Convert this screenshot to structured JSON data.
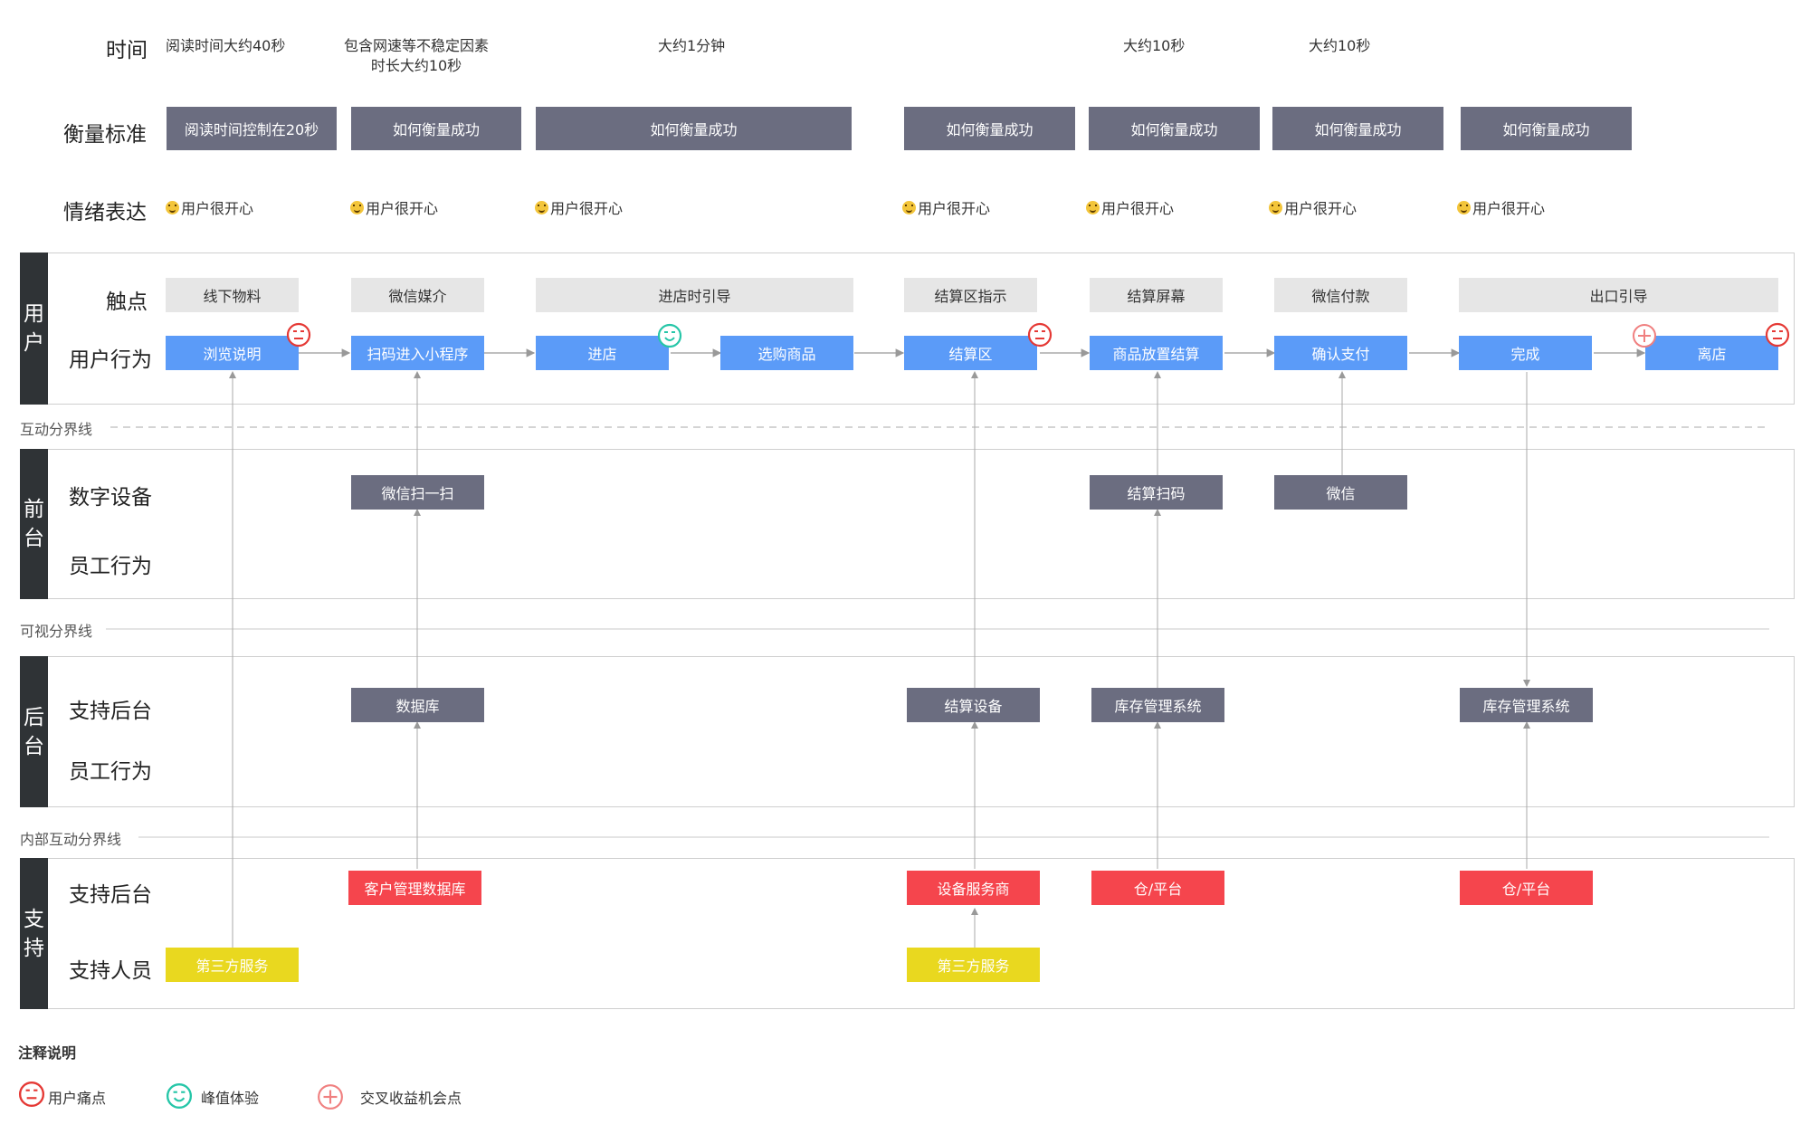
{
  "header_rows": {
    "time_label": "时间",
    "measure_label": "衡量标准",
    "emotion_label": "情绪表达"
  },
  "time_texts": [
    {
      "line1": "阅读时间大约40秒",
      "line2": ""
    },
    {
      "line1": "包含网速等不稳定因素",
      "line2": "时长大约10秒"
    },
    {
      "line1": "大约1分钟",
      "line2": ""
    },
    {
      "line1": "大约10秒",
      "line2": ""
    },
    {
      "line1": "大约10秒",
      "line2": ""
    }
  ],
  "measures": [
    "阅读时间控制在20秒",
    "如何衡量成功",
    "如何衡量成功",
    "如何衡量成功",
    "如何衡量成功",
    "如何衡量成功",
    "如何衡量成功"
  ],
  "emotions": [
    "用户很开心",
    "用户很开心",
    "用户很开心",
    "用户很开心",
    "用户很开心",
    "用户很开心",
    "用户很开心"
  ],
  "lanes": {
    "user": {
      "bar": [
        "用",
        "户"
      ],
      "touch_label": "触点",
      "behavior_label": "用户行为"
    },
    "front": {
      "bar": [
        "前",
        "台"
      ],
      "device_label": "数字设备",
      "staff_label": "员工行为"
    },
    "back": {
      "bar": [
        "后",
        "台"
      ],
      "support_label": "支持后台",
      "staff_label": "员工行为"
    },
    "support": {
      "bar": [
        "支",
        "持"
      ],
      "backend_label": "支持后台",
      "people_label": "支持人员"
    }
  },
  "touchpoints": [
    "线下物料",
    "微信媒介",
    "进店时引导",
    "结算区指示",
    "结算屏幕",
    "微信付款",
    "出口引导"
  ],
  "behaviors": [
    "浏览说明",
    "扫码进入小程序",
    "进店",
    "选购商品",
    "结算区",
    "商品放置结算",
    "确认支付",
    "完成",
    "离店"
  ],
  "front_devices": [
    "微信扫一扫",
    "结算扫码",
    "微信"
  ],
  "back_systems": [
    "数据库",
    "结算设备",
    "库存管理系统",
    "库存管理系统"
  ],
  "support_backends": [
    "客户管理数据库",
    "设备服务商",
    "仓/平台",
    "仓/平台"
  ],
  "support_people": [
    "第三方服务",
    "第三方服务"
  ],
  "dividers": {
    "interaction": "互动分界线",
    "visibility": "可视分界线",
    "internal": "内部互动分界线"
  },
  "legend": {
    "title": "注释说明",
    "pain": "用户痛点",
    "peak": "峰值体验",
    "cross": "交叉收益机会点"
  },
  "colors": {
    "dark_box": "#6b6d80",
    "blue_box": "#5b9bf8",
    "red_box": "#f5454d",
    "yellow_box": "#e9d81f",
    "touch_box": "#e6e6e6",
    "lane_bar": "#2f3336",
    "pain_icon": "#e53935",
    "peak_icon": "#26c6a8",
    "cross_icon": "#f08080"
  }
}
